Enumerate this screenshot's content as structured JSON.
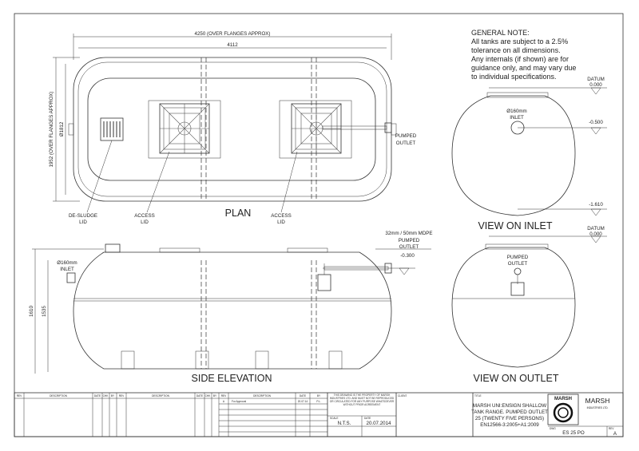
{
  "dimensions": {
    "overall_length": "4250 (OVER FLANGES APPROX)",
    "body_length": "4112",
    "overall_width": "1952 (OVER FLANGES APPROX)",
    "diameter": "Ø1812",
    "height_overall": "1610",
    "height_invert": "1535"
  },
  "general_note": {
    "title": "GENERAL NOTE:",
    "lines": [
      "All tanks are subject to a 2.5%",
      "tolerance on all dimensions.",
      "Any internals (if shown) are for",
      "guidance only, and may vary due",
      "to individual specifications."
    ]
  },
  "plan": {
    "title": "PLAN",
    "desludge_label": [
      "DE-SLUDGE",
      "LID"
    ],
    "access_label_1": [
      "ACCESS",
      "LID"
    ],
    "access_label_2": [
      "ACCESS",
      "LID"
    ],
    "pumped_outlet": [
      "PUMPED",
      "OUTLET"
    ]
  },
  "view_inlet": {
    "title": "VIEW ON INLET",
    "datum": [
      "DATUM",
      "0.000"
    ],
    "inlet_label": [
      "Ø160mm",
      "INLET"
    ],
    "level_1": "-0.500",
    "level_2": "-1.610"
  },
  "side_elevation": {
    "title": "SIDE ELEVATION",
    "inlet_label": [
      "Ø160mm",
      "INLET"
    ],
    "outlet_label": [
      "32mm / 50mm MDPE",
      "PUMPED",
      "OUTLET"
    ],
    "outlet_level": "-0.300"
  },
  "view_outlet": {
    "title": "VIEW ON OUTLET",
    "datum": [
      "DATUM",
      "0.000"
    ],
    "pumped_outlet": [
      "PUMPED",
      "OUTLET"
    ]
  },
  "title_block": {
    "rev_headers": [
      "REV",
      "DESCRIPTION",
      "DATE",
      "CHK",
      "BY",
      "REV",
      "DESCRIPTION",
      "DATE",
      "CHK",
      "BY",
      "REV",
      "DESCRIPTION",
      "DATE",
      "BY"
    ],
    "rev_row": [
      "A",
      "For Approval",
      "20.07.14",
      "P.L."
    ],
    "copyright": "THIS DRAWING IS THE PROPERTY OF MARSH INDUSTRIES LTD. AND MUST NOT BE REPRODUCED OR CIRCULATED FOR ANY PURPOSE WHATSOEVER WITHOUT PRIOR AGREEMENT",
    "client_label": "CLIENT",
    "scale_label": "SCALE",
    "scale_value": "N.T.S.",
    "date_label": "DATE",
    "date_value": "20.07.2014",
    "title_label": "TITLE",
    "title_lines": [
      "MARSH UNI:ENSIGN SHALLOW",
      "TANK RANGE. PUMPED OUTLET",
      "25 (TWENTY FIVE PERSONS)",
      "EN12566-3:2005+A1:2009"
    ],
    "logo_text": "MARSH",
    "company": [
      "MARSH",
      "INDUSTRIES LTD."
    ],
    "dwg_label": "DWG",
    "dwg_value": "ES 25 PO",
    "rev_label": "REV",
    "rev_value": "A"
  }
}
